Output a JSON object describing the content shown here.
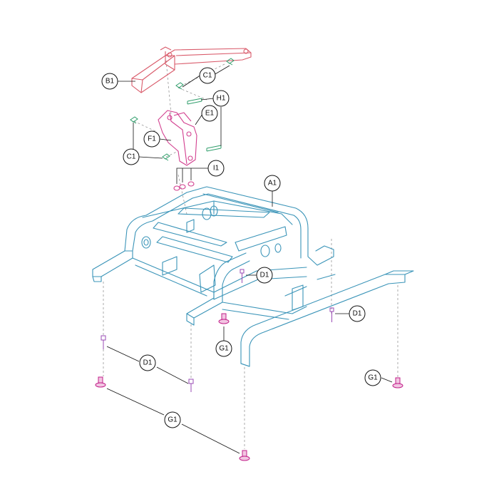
{
  "callouts": {
    "B1": "B1",
    "C1_top": "C1",
    "H1": "H1",
    "E1": "E1",
    "F1": "F1",
    "C1_left": "C1",
    "I1": "I1",
    "A1": "A1",
    "D1_center": "D1",
    "D1_right": "D1",
    "G1_center": "G1",
    "D1_left": "D1",
    "G1_right": "G1",
    "G1_bottom": "G1"
  },
  "colors": {
    "frame_base": "#3a94b8",
    "frame_top": "#d95a6a",
    "bracket": "#d23f8f",
    "clip": "#2f9e6b",
    "bolt": "#9a4bb5",
    "foot": "#c2208a"
  }
}
